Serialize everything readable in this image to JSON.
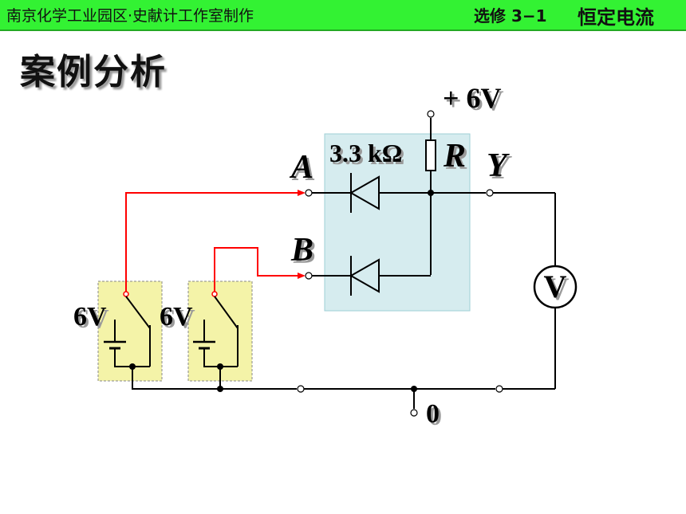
{
  "header": {
    "credit": "南京化学工业园区·史献计工作室制作",
    "course": "选修 3−1",
    "topic": "恒定电流"
  },
  "title": "案例分析",
  "circuit": {
    "supply_label": "+ 6V",
    "resistor_value": "3.3 kΩ",
    "resistor_label": "R",
    "input_a": "A",
    "input_b": "B",
    "output_label": "Y",
    "meter_label": "V",
    "ground_label": "0",
    "battery_1_label": "6V",
    "battery_2_label": "6V"
  },
  "colors": {
    "header_bg": "#33f233",
    "gate_box": "#d6ecef",
    "switch_box": "#f4f3a8",
    "active_wire": "#ff0000",
    "wire": "#000000"
  }
}
